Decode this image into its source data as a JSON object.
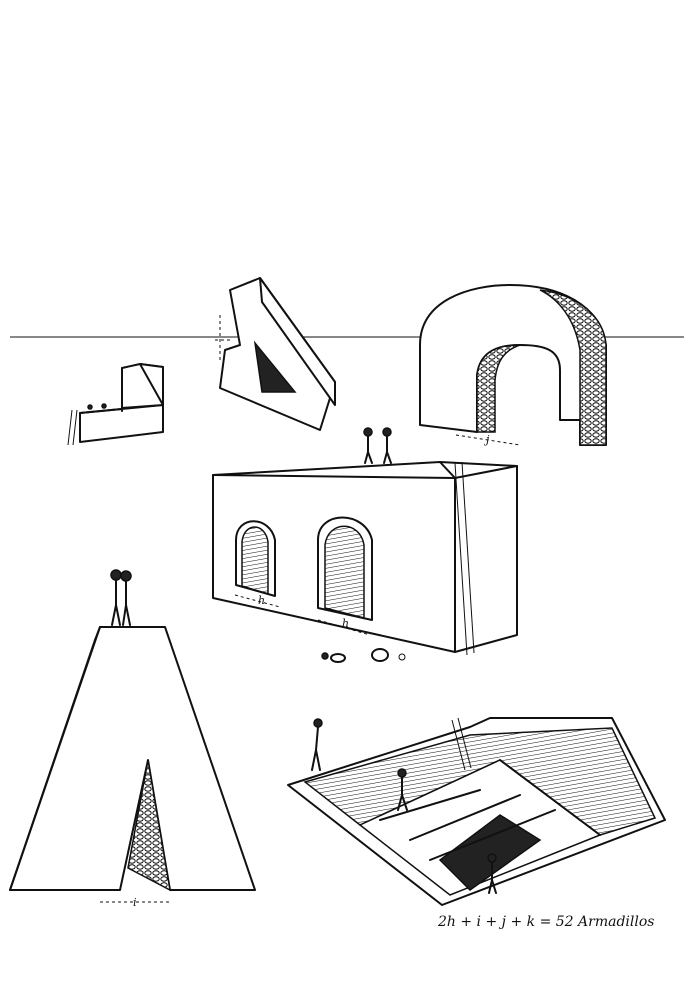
{
  "caption": "2h + i + j + k = 52 Armadillos",
  "labels": {
    "h1": "h",
    "h2": "h",
    "i": "i",
    "j": "j"
  },
  "colors": {
    "ink": "#111111",
    "paper": "#ffffff"
  }
}
